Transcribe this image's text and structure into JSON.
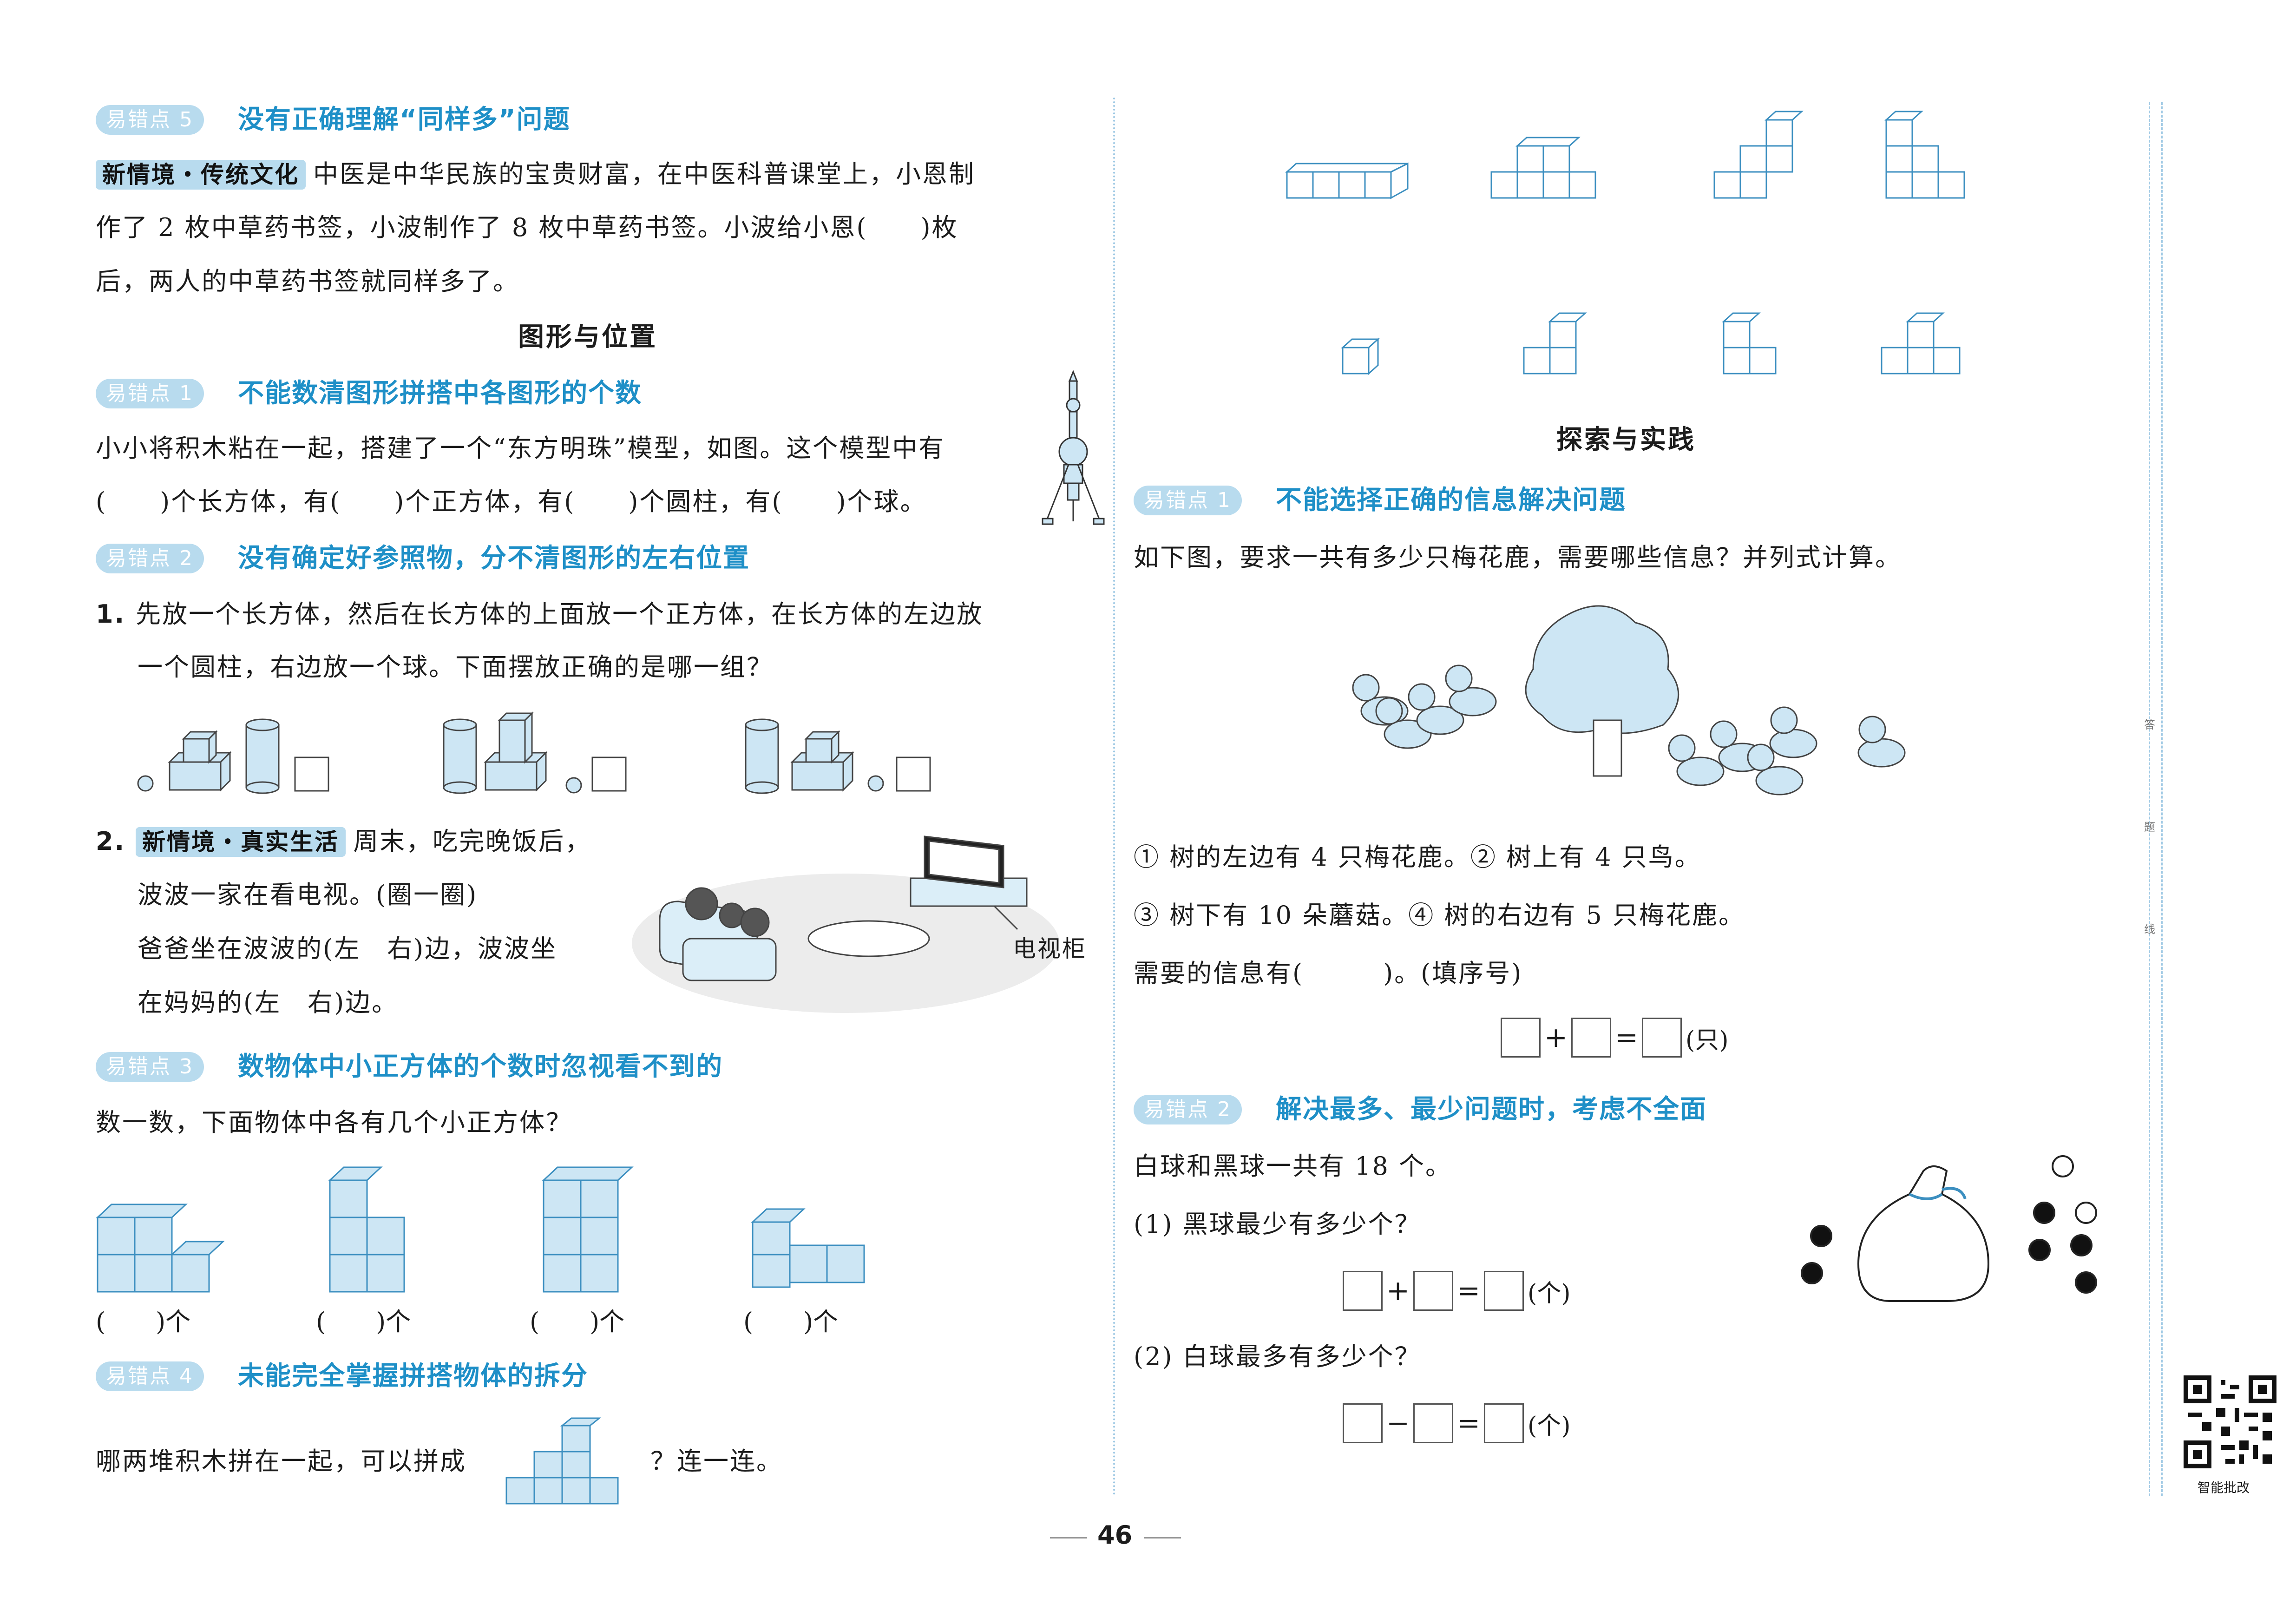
{
  "left": {
    "p5": {
      "tag": "易错点 5",
      "title": "没有正确理解“同样多”问题",
      "context": "新情境・传统文化",
      "line1": "中医是中华民族的宝贵财富，在中医科普课堂上，小恩制",
      "line2": "作了 2 枚中草药书签，小波制作了 8 枚中草药书签。小波给小恩(　　)枚",
      "line3": "后，两人的中草药书签就同样多了。"
    },
    "section_title": "图形与位置",
    "p1": {
      "tag": "易错点 1",
      "title": "不能数清图形拼搭中各图形的个数",
      "line1": "小小将积木粘在一起，搭建了一个“东方明珠”模型，如图。这个模型中有",
      "line2": "(　　)个长方体，有(　　)个正方体，有(　　)个圆柱，有(　　)个球。"
    },
    "p2": {
      "tag": "易错点 2",
      "title": "没有确定好参照物，分不清图形的左右位置",
      "q1_num": "1.",
      "q1_line1": "先放一个长方体，然后在长方体的上面放一个正方体，在长方体的左边放",
      "q1_line2": "一个圆柱，右边放一个球。下面摆放正确的是哪一组？",
      "q2_num": "2.",
      "q2_context": "新情境・真实生活",
      "q2_line1": "周末，吃完晚饭后，",
      "q2_line2": "波波一家在看电视。(圈一圈)",
      "q2_line3": "爸爸坐在波波的(左　右)边，波波坐",
      "q2_line4": "在妈妈的(左　右)边。",
      "tv_label": "电视柜"
    },
    "p3": {
      "tag": "易错点 3",
      "title": "数物体中小正方体的个数时忽视看不到的",
      "line1": "数一数，下面物体中各有几个小正方体？",
      "answers": [
        "(　　)个",
        "(　　)个",
        "(　　)个",
        "(　　)个"
      ]
    },
    "p4": {
      "tag": "易错点 4",
      "title": "未能完全掌握拼搭物体的拆分",
      "line1a": "哪两堆积木拼在一起，可以拼成",
      "line1b": "？连一连。"
    }
  },
  "right": {
    "section_title": "探索与实践",
    "p1": {
      "tag": "易错点 1",
      "title": "不能选择正确的信息解决问题",
      "line1": "如下图，要求一共有多少只梅花鹿，需要哪些信息？并列式计算。",
      "info1": "① 树的左边有 4 只梅花鹿。② 树上有 4 只鸟。",
      "info2": "③ 树下有 10 朵蘑菇。④ 树的右边有 5 只梅花鹿。",
      "need": "需要的信息有(　　　)。(填序号)",
      "op1": "+",
      "eq": "=",
      "unit": "(只)"
    },
    "p2": {
      "tag": "易错点 2",
      "title": "解决最多、最少问题时，考虑不全面",
      "line1": "白球和黑球一共有 18 个。",
      "q1": "(1) 黑球最少有多少个？",
      "q1_op": "+",
      "q2": "(2) 白球最多有多少个？",
      "q2_op": "−",
      "eq": "=",
      "unit": "(个)"
    }
  },
  "page_number": "46",
  "qr_label": "智能批改",
  "margin_text": [
    "答",
    "题",
    "线"
  ]
}
